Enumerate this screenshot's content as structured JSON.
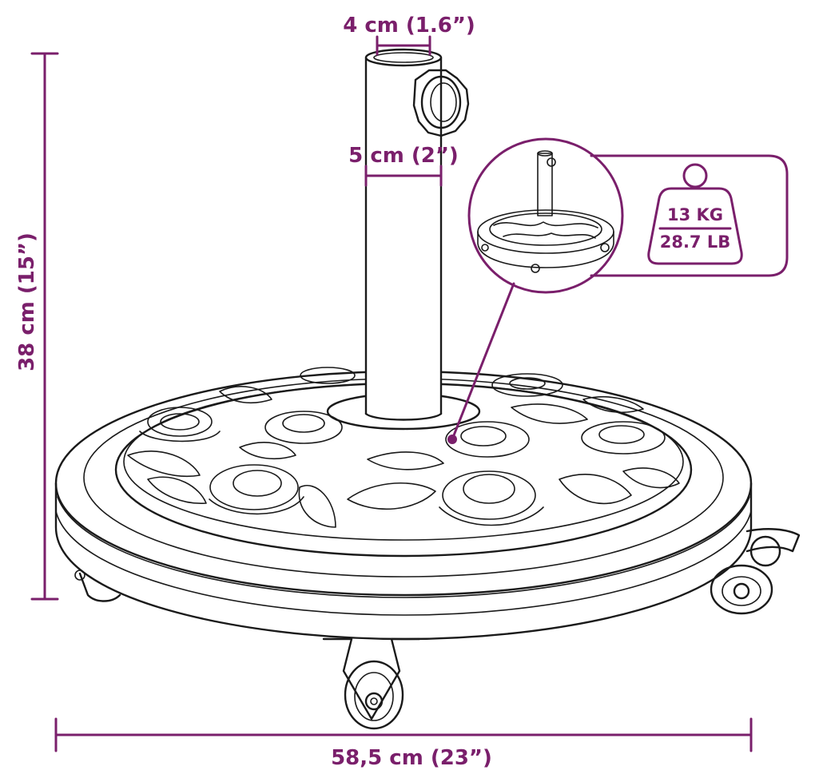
{
  "dimensions": {
    "tube_inner": "4 cm (1.6”)",
    "tube_outer": "5 cm (2”)",
    "height": "38 cm (15”)",
    "width": "58,5 cm (23”)"
  },
  "weight": {
    "kg": "13 KG",
    "lb": "28.7 LB"
  },
  "colors": {
    "accent": "#7a1f6b",
    "line": "#1a1a1a",
    "background": "#ffffff"
  },
  "icons": [
    "weight-icon",
    "knob-icon",
    "wheel-icon"
  ]
}
